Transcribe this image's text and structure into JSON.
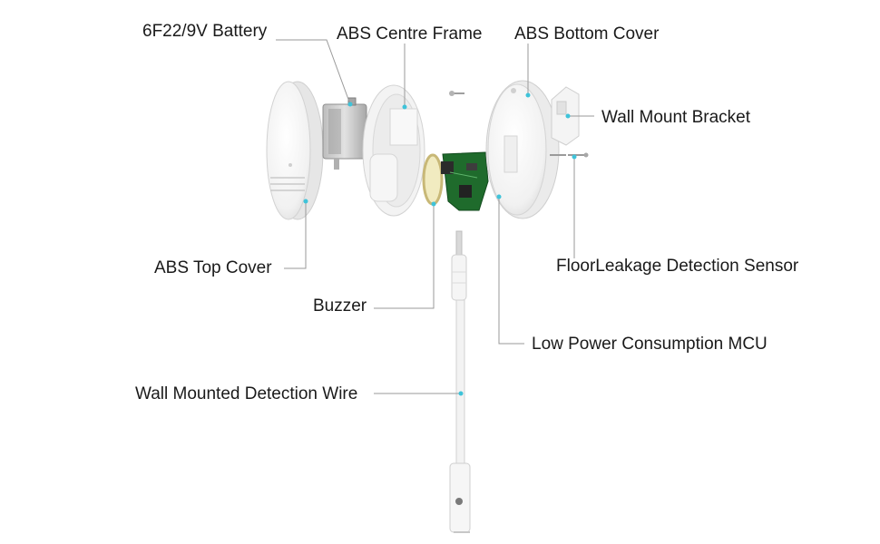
{
  "labels": {
    "battery": "6F22/9V Battery",
    "centre_frame": "ABS Centre Frame",
    "bottom_cover": "ABS Bottom Cover",
    "wall_mount_bracket": "Wall Mount Bracket",
    "top_cover": "ABS Top Cover",
    "floor_sensor": "FloorLeakage Detection Sensor",
    "buzzer": "Buzzer",
    "mcu": "Low Power Consumption MCU",
    "detection_wire": "Wall Mounted Detection Wire"
  },
  "colors": {
    "leader_line": "#9a9a9a",
    "anchor_dot": "#3fc3d9",
    "pcb_green": "#1f6b2c",
    "plastic_white": "#f4f4f4"
  }
}
